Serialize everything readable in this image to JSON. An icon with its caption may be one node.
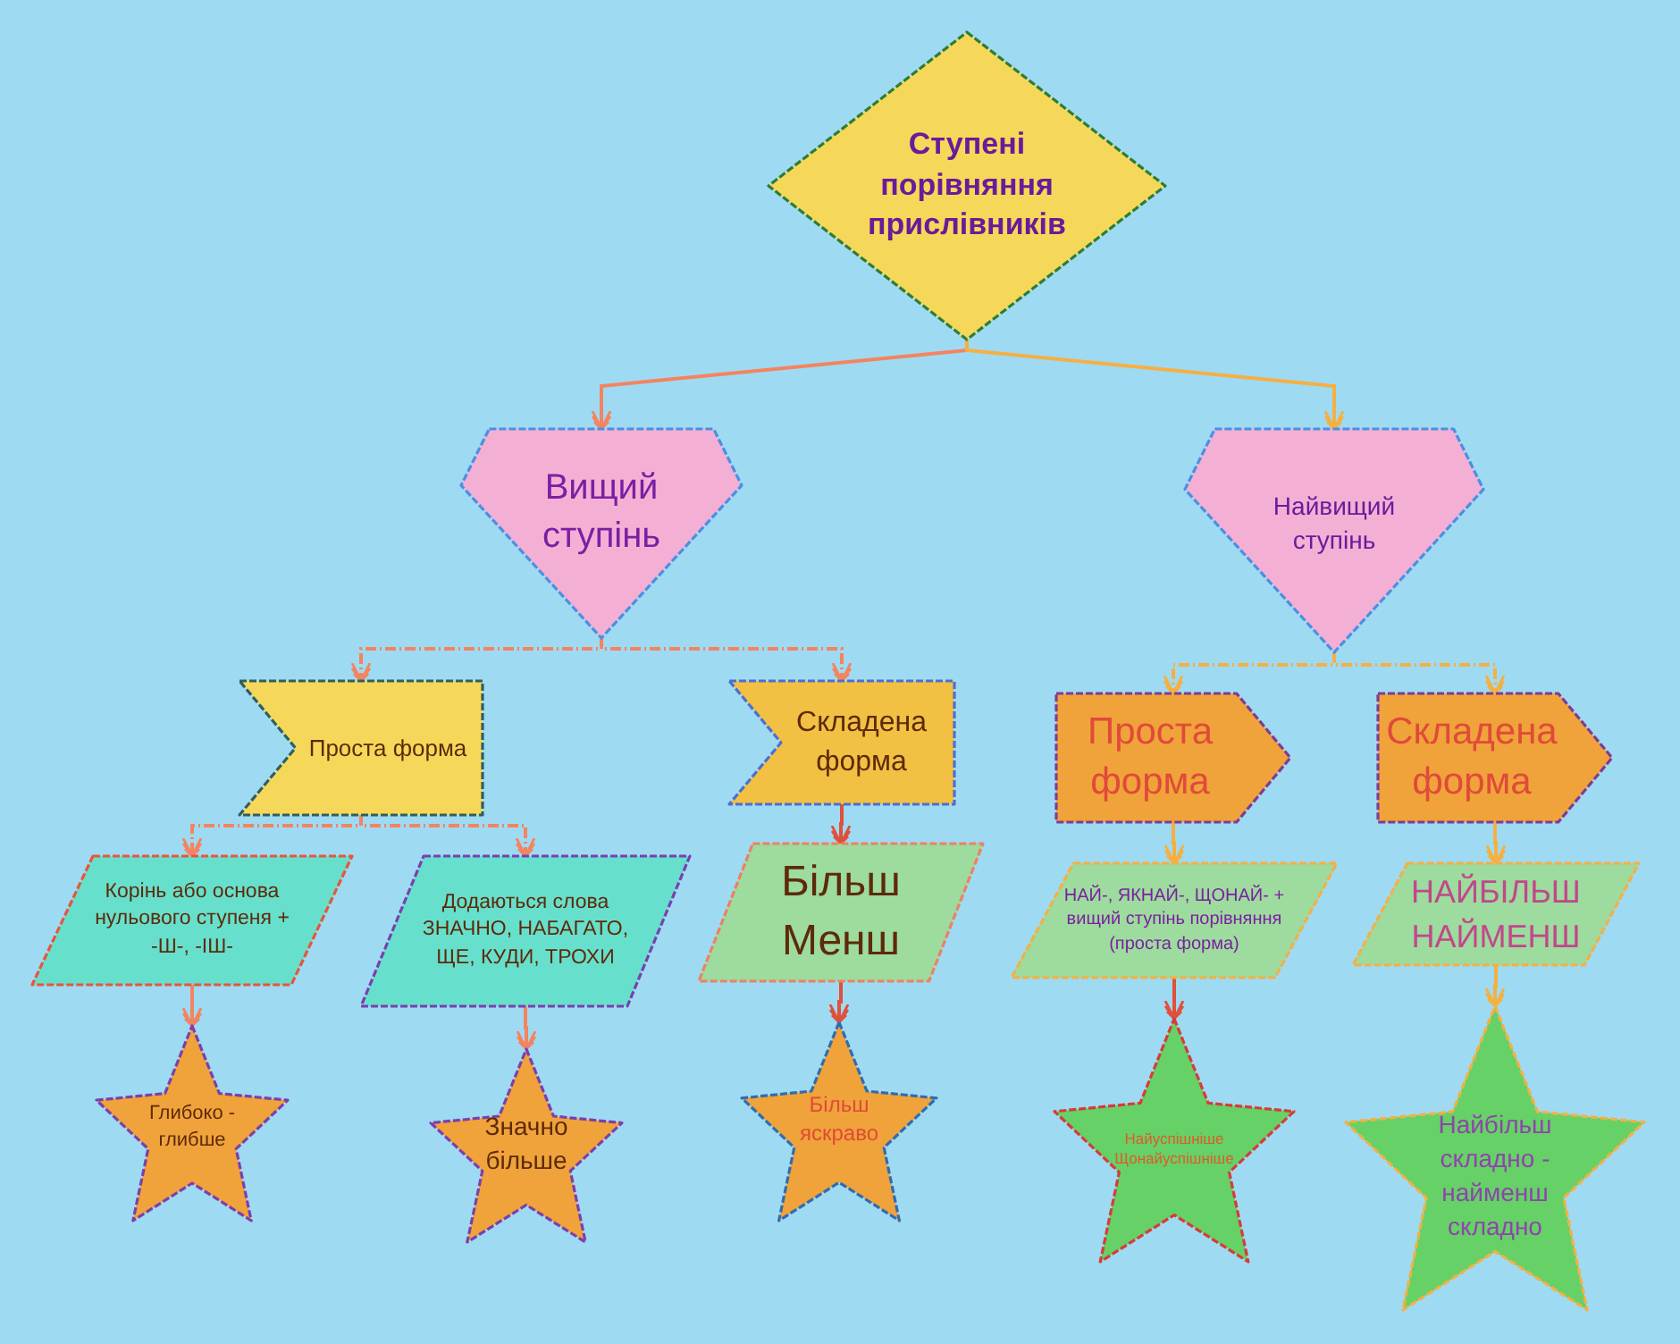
{
  "diagram": {
    "nodes": [
      {
        "text": [
          "Ступені порівняння прислівників"
        ]
      },
      {
        "text": [
          "Вищий ступінь"
        ]
      },
      {
        "text": [
          "Найвищий ступінь"
        ]
      },
      {
        "text": [
          "Проста форма"
        ]
      },
      {
        "text": [
          "Складена форма"
        ]
      },
      {
        "text": [
          "Проста форма"
        ]
      },
      {
        "text": [
          "Складена форма"
        ]
      },
      {
        "text": [
          "Корінь або основа нульового ступеня +  -Ш-, -ІШ-"
        ]
      },
      {
        "text": [
          "Додаються слова ЗНАЧНО, НАБАГАТО, ЩЕ, КУДИ, ТРОХИ"
        ]
      },
      {
        "text": [
          "Більш Менш"
        ]
      },
      {
        "text": [
          "НАЙ-, ЯКНАЙ-, ЩОНАЙ- + вищий ступінь порівняння (проста форма)"
        ]
      },
      {
        "text": [
          "НАЙБІЛЬШ НАЙМЕНШ"
        ]
      },
      {
        "text": [
          "Глибоко - глибше"
        ]
      },
      {
        "text": [
          "Значно більше"
        ]
      },
      {
        "text": [
          "Більш яскраво"
        ]
      },
      {
        "text": [
          "Найуспішніше Щонайуспішніше"
        ]
      },
      {
        "text": [
          "Найбільш складно - найменш складно"
        ]
      }
    ],
    "edges": [
      {
        "from": 0,
        "to": 1,
        "arrow": "to"
      },
      {
        "from": 0,
        "to": 2,
        "arrow": "to",
        "color": "#f5b041"
      },
      {
        "from": 1,
        "to": 3,
        "arrow": "to",
        "style": "dashed"
      },
      {
        "from": 1,
        "to": 4,
        "arrow": "to",
        "style": "dashed"
      },
      {
        "from": 2,
        "to": 5,
        "arrow": "to",
        "style": "dashed",
        "color": "#f5b041"
      },
      {
        "from": 2,
        "to": 6,
        "arrow": "to",
        "style": "dashed",
        "color": "#f5b041"
      },
      {
        "from": 3,
        "to": 7,
        "arrow": "to",
        "style": "dashed"
      },
      {
        "from": 3,
        "to": 8,
        "arrow": "to",
        "style": "dashed"
      },
      {
        "from": 4,
        "to": 9,
        "arrow": "to",
        "color": "#e0503a"
      },
      {
        "from": 5,
        "to": 10,
        "arrow": "to",
        "color": "#f5b041"
      },
      {
        "from": 6,
        "to": 11,
        "arrow": "to",
        "color": "#f5b041"
      },
      {
        "from": 7,
        "to": 12,
        "arrow": "to"
      },
      {
        "from": 8,
        "to": 13,
        "arrow": "to"
      },
      {
        "from": 9,
        "to": 14,
        "arrow": "to",
        "color": "#e0503a"
      },
      {
        "from": 10,
        "to": 15,
        "arrow": "to",
        "color": "#e0503a"
      },
      {
        "from": 11,
        "to": 16,
        "arrow": "to",
        "color": "#f5b041"
      }
    ]
  }
}
